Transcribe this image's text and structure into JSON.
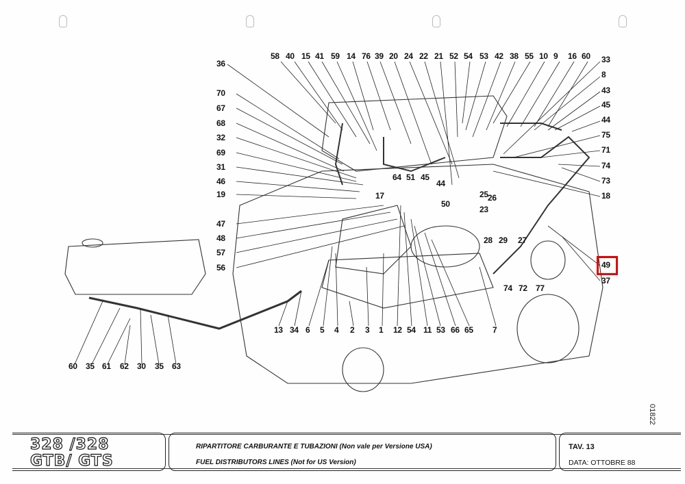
{
  "document": {
    "model_logo_line1": "328 /328",
    "model_logo_line2": "GTB/ GTS",
    "title_it": "RIPARTITORE CARBURANTE E TUBAZIONI (Non vale per Versione USA)",
    "title_en": "FUEL DISTRIBUTORS LINES (Not for US Version)",
    "plate": "TAV. 13",
    "date": "DATA: OTTOBRE 88",
    "drawing_number": "01822",
    "highlight_color": "#e00000",
    "highlighted_part": "49"
  },
  "callouts": {
    "top": [
      "58",
      "40",
      "15",
      "41",
      "59",
      "14",
      "76",
      "39",
      "20",
      "24",
      "22",
      "21",
      "52",
      "54",
      "53",
      "42",
      "38",
      "55",
      "10",
      "9",
      "16",
      "60"
    ],
    "left": [
      "36",
      "70",
      "67",
      "68",
      "32",
      "69",
      "31",
      "46",
      "19",
      "47",
      "48",
      "57",
      "56"
    ],
    "right": [
      "33",
      "8",
      "43",
      "45",
      "44",
      "75",
      "71",
      "74",
      "73",
      "18",
      "49",
      "37"
    ],
    "inner": [
      "64",
      "51",
      "45",
      "44",
      "17",
      "25",
      "26",
      "23",
      "50",
      "28",
      "29",
      "27",
      "74",
      "72",
      "77",
      "7"
    ],
    "bottom": [
      "13",
      "34",
      "6",
      "5",
      "4",
      "2",
      "3",
      "1",
      "12",
      "54",
      "11",
      "53",
      "66",
      "65"
    ],
    "tank": [
      "60",
      "35",
      "61",
      "62",
      "30",
      "35",
      "63"
    ]
  }
}
